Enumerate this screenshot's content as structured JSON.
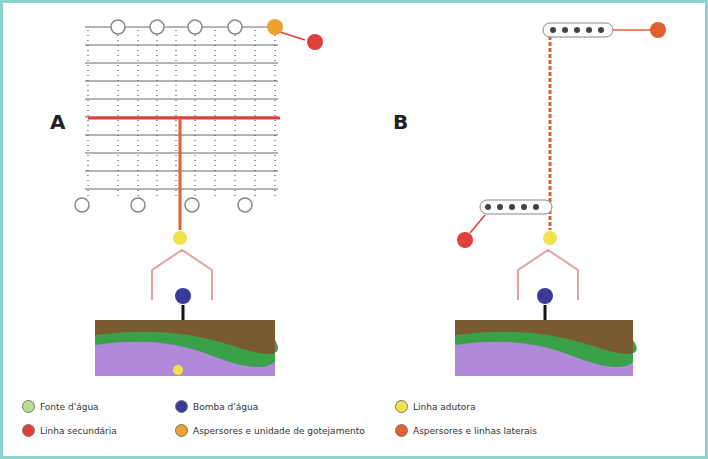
{
  "diagram": {
    "labels": [
      "A",
      "B"
    ],
    "legend": [
      {
        "text": "Fonte d'água",
        "color": "#b8e08a"
      },
      {
        "text": "Bomba d'água",
        "color": "#3a3a9a"
      },
      {
        "text": "Linha adutora",
        "color": "#f2e24a"
      },
      {
        "text": "Linha secundária",
        "color": "#e0403a"
      },
      {
        "text": "Aspersores e unidade de gotejamento",
        "color": "#f0a030"
      },
      {
        "text": "Aspersores e linhas laterais",
        "color": "#e06030"
      }
    ]
  }
}
